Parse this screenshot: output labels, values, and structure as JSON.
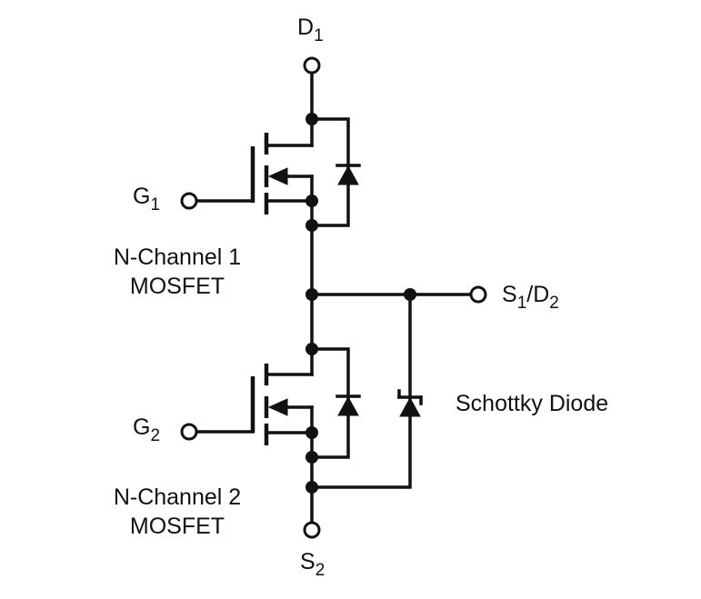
{
  "terminals": {
    "d1": {
      "main": "D",
      "sub": "1"
    },
    "g1": {
      "main": "G",
      "sub": "1"
    },
    "s1d2": {
      "main1": "S",
      "sub1": "1",
      "slash": "/D",
      "sub2": "2"
    },
    "g2": {
      "main": "G",
      "sub": "2"
    },
    "s2": {
      "main": "S",
      "sub": "2"
    }
  },
  "labels": {
    "mosfet1_line1": "N-Channel 1",
    "mosfet1_line2": "MOSFET",
    "mosfet2_line1": "N-Channel 2",
    "mosfet2_line2": "MOSFET",
    "schottky": "Schottky Diode"
  },
  "colors": {
    "ink": "#111111",
    "background": "#ffffff"
  }
}
